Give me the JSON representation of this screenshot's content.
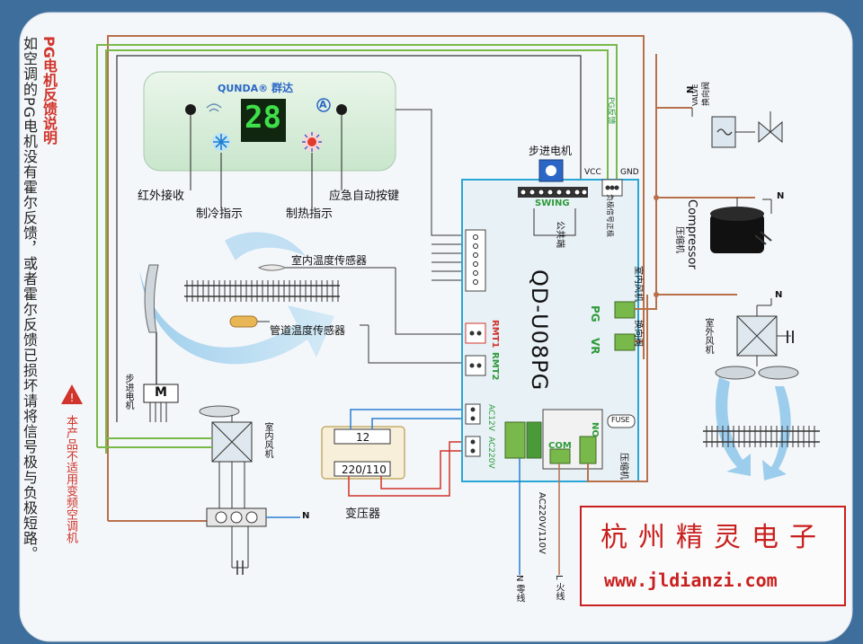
{
  "title": "PG电机反馈说明",
  "description": "如空调的PG电机没有霍尔反馈，或者霍尔反馈已损坏请将信号极与负极短路。",
  "warning": "本产品不适用变频空调机",
  "remote_panel": {
    "brand": "QUNDA®",
    "brand_cn": "群达",
    "display": "28",
    "auto_symbol": "A"
  },
  "panel_labels": {
    "ir": "红外接收",
    "cool": "制冷指示",
    "heat": "制热指示",
    "emergency": "应急自动按键"
  },
  "sensors": {
    "indoor_temp": "室内温度传感器",
    "pipe_temp": "管道温度传感器"
  },
  "stepper_motor": "步进电机",
  "stepper_motor_side": "步进电机",
  "stepper_M": "M",
  "board": {
    "model": "QD-U08PG",
    "swing": "SWING",
    "common": "公共端",
    "feedback": "负极信号正极",
    "vcc": "VCC",
    "gnd": "GND",
    "pg_feedback": "PG反馈",
    "rmt1": "RMT1",
    "rmt2": "RMT2",
    "ac12v": "AC12V",
    "ac220v": "AC220V",
    "pg": "PG",
    "vr": "VR",
    "no": "NO",
    "com": "COM",
    "fuse": "FUSE",
    "indoor_fan_side": "室内风机",
    "reversing_valve": "换向阀",
    "compressor_side": "压缩机",
    "ac_input": "AC220V/110V"
  },
  "transformer": {
    "primary": "12",
    "secondary": "220/110",
    "label": "变压器"
  },
  "indoor_fan": "室内风机",
  "outdoor_fan": "室外风机",
  "valve": {
    "en": "VALVE",
    "cn": "换向阀",
    "n": "N"
  },
  "compressor": {
    "en": "Compressor",
    "cn": "压缩机",
    "n": "N"
  },
  "outdoor_n": "N",
  "terminal_n": "N",
  "neutral": "N 零线",
  "live": "L 火线",
  "company": {
    "name": "杭州精灵电子",
    "url": "www.jldianzi.com"
  },
  "colors": {
    "card": "#f4f7fa",
    "brown_wire": "#b8704a",
    "green_wire": "#7ab84a",
    "blue_wire": "#2a7ed0",
    "red_wire": "#d0342a",
    "board_outline": "#2aa6d6",
    "company_red": "#c8201e"
  }
}
